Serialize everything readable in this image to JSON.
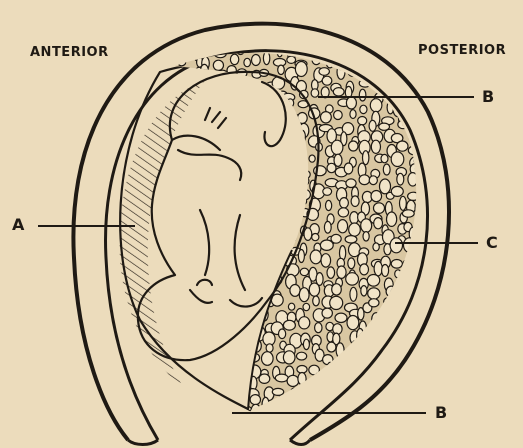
{
  "labels": {
    "anterior": "ANTERIOR",
    "posterior": "POSTERIOR",
    "a": "A",
    "b_top": "B",
    "b_bottom": "B",
    "c": "C"
  },
  "colors": {
    "paper": "#ecdcbc",
    "ink": "#1f1a14"
  }
}
